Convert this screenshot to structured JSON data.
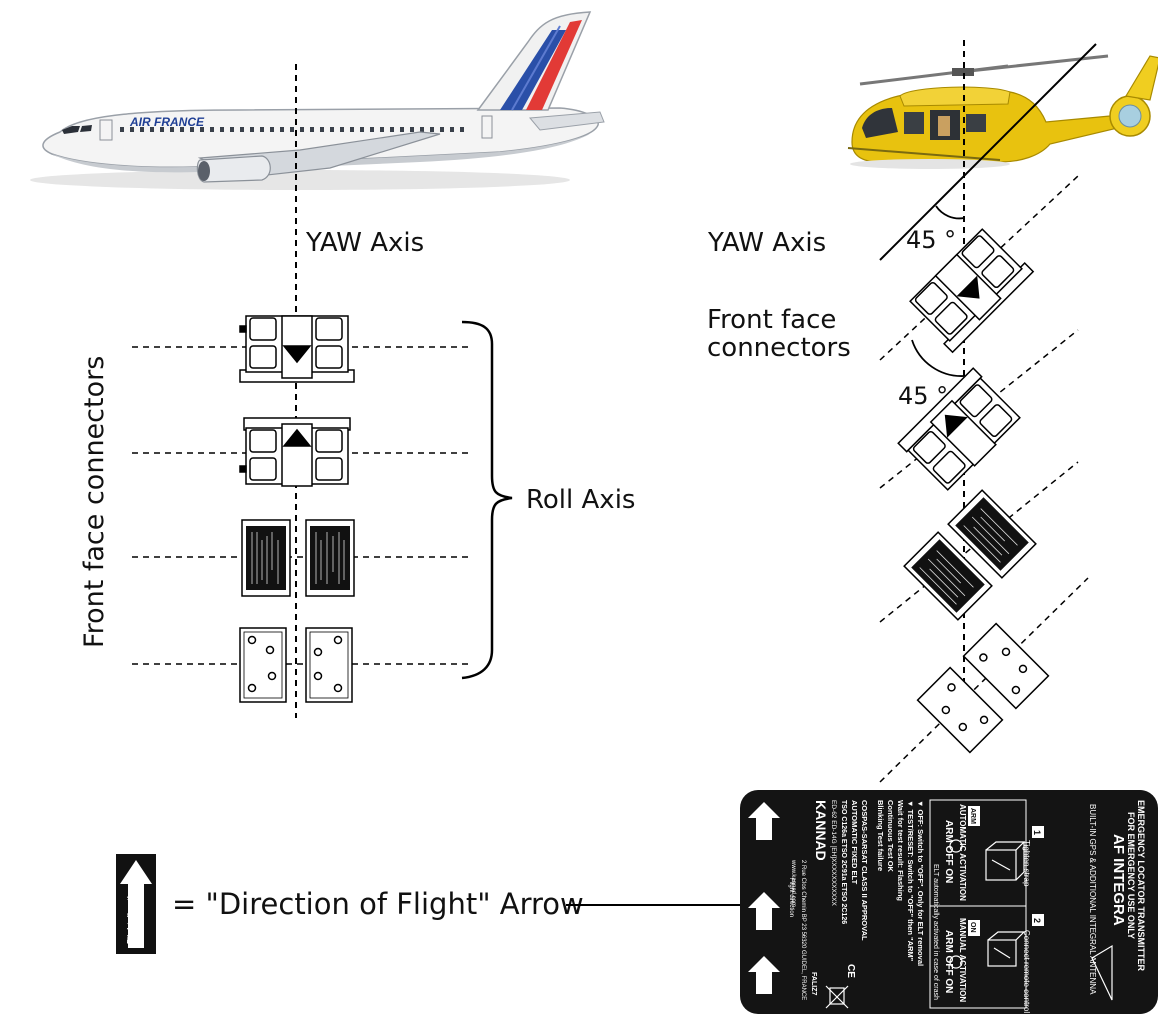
{
  "airplane": {
    "livery_text": "AIR FRANCE",
    "yaw_label": "YAW Axis",
    "front_face_label": "Front face connectors",
    "roll_label": "Roll Axis"
  },
  "helicopter": {
    "yaw_label": "YAW Axis",
    "front_face_line1": "Front face",
    "front_face_line2": "connectors",
    "angle1": "45 °",
    "angle2": "45 °"
  },
  "legend": {
    "arrow_icon_text": "Flight direction",
    "caption": "= \"Direction of Flight\" Arrow"
  },
  "label_plate": {
    "brand": "KANNAD",
    "product": "AF INTEGRA",
    "header_line1": "EMERGENCY LOCATOR TRANSMITTER",
    "header_line2": "FOR EMERGENCY USE ONLY",
    "antenna_line": "BUILT-IN GPS & ADDITIONAL INTEGRAL ANTENNA",
    "auto_label": "AUTOMATIC ACTIVATION",
    "manual_label": "MANUAL ACTIVATION",
    "arm_off_on": "ARM OFF ON",
    "arm_tag": "ARM",
    "on_tag": "ON",
    "step1": "1",
    "step2": "2",
    "tighten": "Tighten strap",
    "connect": "Connect remote control panel \"RC\"",
    "elt_text": "ELT automatically activated in case of crash",
    "off_text": "▼ OFF: Switch to \"OFF\". Only for ELT removal",
    "test_text": "▼ TEST/RESET: Switch to \"OFF\" then \"ARM\"",
    "wait_text": "Wait for test result: Flashing",
    "test_ok": "Continuous   Test OK",
    "test_fail": "Blinking   Test failure",
    "approval": "COSPAS-SARSAT CLASS II APPROVAL",
    "fixed": "AUTOMATIC FIXED ELT",
    "tso": "TSO C126a   ETSO 2C91a   ETSO 2C126",
    "ed": "ED-62   ED-14G   [EH]XXXXXXXXXXX",
    "address": "2 Rue Clos Chemin BP 23 56320 GUIDEL, FRANCE",
    "web": "www.kannad.com",
    "flight_direction": "Flight direction",
    "part": "FALIZ7",
    "ce": "CE"
  }
}
